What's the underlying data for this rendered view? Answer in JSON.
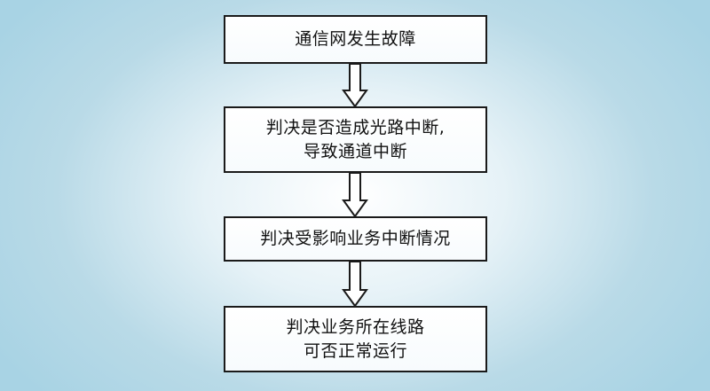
{
  "steps": [
    {
      "lines": [
        "通信网发生故障"
      ]
    },
    {
      "lines": [
        "判决是否造成光路中断,",
        "导致通道中断"
      ]
    },
    {
      "lines": [
        "判决受影响业务中断情况"
      ]
    },
    {
      "lines": [
        "判决业务所在线路",
        "可否正常运行"
      ]
    }
  ],
  "colors": {
    "box_border": "#1a1a1a",
    "box_fill": "#ffffff",
    "arrow_fill": "#ffffff",
    "arrow_stroke": "#1a1a1a",
    "background_center": "#ffffff",
    "background_edge": "#a8d3e4"
  }
}
